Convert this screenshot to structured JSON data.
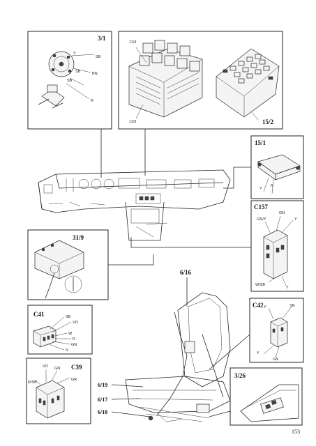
{
  "page_number": "153",
  "panels": {
    "ignition_switch": {
      "title": "3/1",
      "callouts": [
        "SB",
        "Y",
        "SB",
        "R",
        "SB",
        "BN"
      ]
    },
    "relay_central": {
      "top_label": "11/3",
      "bottom_label": "11/3"
    },
    "fuse_box": {
      "title": "15/2"
    },
    "control_module": {
      "title": "15/1",
      "callouts": [
        "Y",
        "R"
      ]
    },
    "connector_c157": {
      "title": "C157",
      "callouts": [
        "GN",
        "GN/Y",
        "Y",
        "W/SB",
        "Y"
      ]
    },
    "heater_module": {
      "title": "31/9"
    },
    "connector_c41": {
      "title": "C41",
      "callouts": [
        "SB",
        "VO",
        "W",
        "R",
        "GN",
        "R"
      ]
    },
    "seat": {
      "title": "6/16",
      "items": [
        "6/19",
        "6/17",
        "6/18"
      ]
    },
    "connector_c42": {
      "title": "C42",
      "callouts": [
        "Y",
        "SN",
        "Y",
        "GN"
      ]
    },
    "connector_c39": {
      "title": "C39",
      "callouts": [
        "VO",
        "R/SB",
        "GN",
        "GR"
      ]
    },
    "door_switch": {
      "title": "3/26"
    }
  }
}
